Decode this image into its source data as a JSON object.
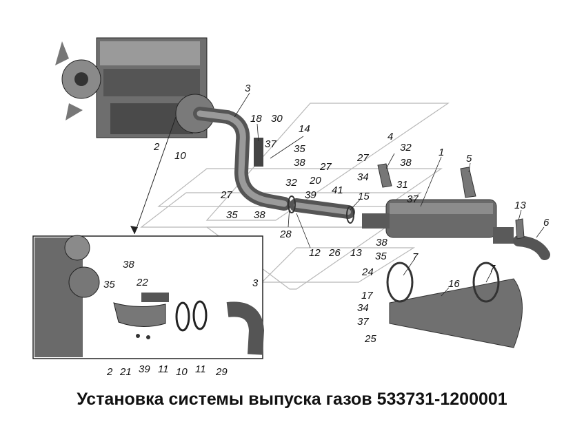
{
  "title": "Установка системы выпуска газов 533731-1200001",
  "labels": [
    "1",
    "2",
    "3",
    "4",
    "5",
    "6",
    "7",
    "7",
    "10",
    "12",
    "13",
    "13",
    "14",
    "15",
    "16",
    "17",
    "18",
    "20",
    "22",
    "24",
    "25",
    "26",
    "27",
    "27",
    "27",
    "28",
    "29",
    "30",
    "31",
    "32",
    "32",
    "34",
    "34",
    "35",
    "35",
    "35",
    "37",
    "37",
    "37",
    "38",
    "38",
    "38",
    "38",
    "39",
    "41",
    "2",
    "21",
    "39",
    "11",
    "10",
    "11",
    "35",
    "38",
    "3"
  ],
  "icons": {
    "engine": "engine-icon",
    "muffler": "muffler-icon",
    "heat_shield": "heat-shield-icon"
  }
}
